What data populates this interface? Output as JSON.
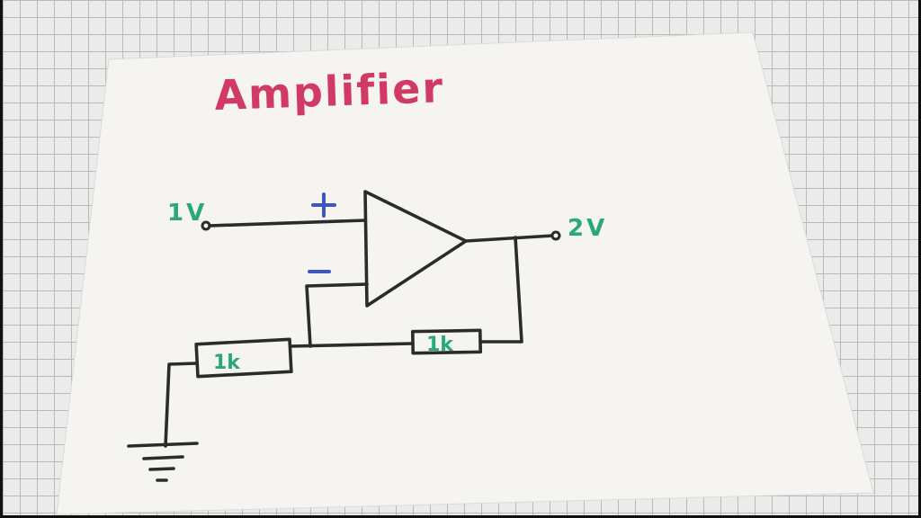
{
  "title": "Amplifier",
  "input_label": "1V",
  "output_label": "2V",
  "resistors": [
    {
      "id": "r-ground",
      "label": "1k"
    },
    {
      "id": "r-feedback",
      "label": "1k"
    }
  ],
  "opamp": {
    "noninverting_sign": "+",
    "inverting_sign": "−"
  },
  "colors": {
    "title": "#d23a66",
    "labels": "#2aa87a",
    "signs": "#3d58b8",
    "ink": "#2b2b2b",
    "paper": "#f5f4f0",
    "grid_background": "#ebebeb"
  }
}
